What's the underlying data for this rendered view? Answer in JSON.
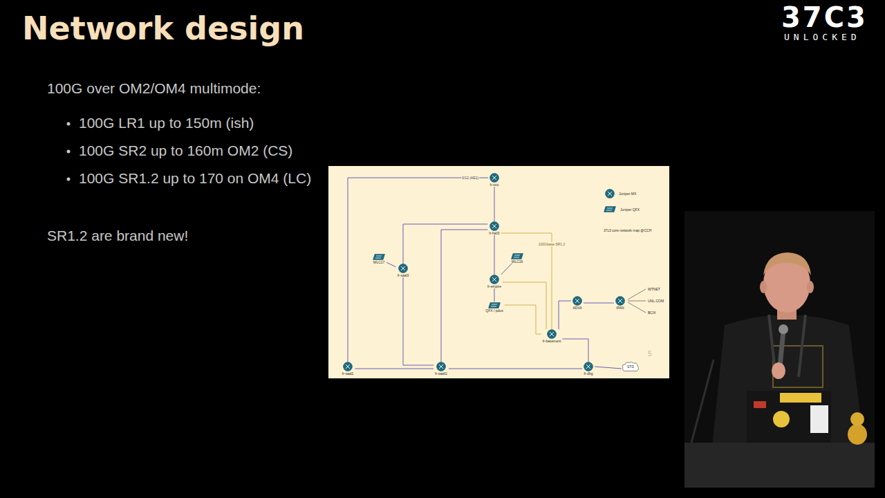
{
  "diagram": {
    "title": "Network design",
    "nodes": [
      {
        "text": [
          "fr-noc"
        ]
      },
      {
        "text": [
          "fr-hall3"
        ]
      },
      {
        "text": [
          "fr-saal3"
        ]
      },
      {
        "text": [
          "fr-empire"
        ]
      },
      {
        "text": [
          "WLC17"
        ]
      },
      {
        "text": [
          "WLC16"
        ]
      },
      {
        "text": [
          "QFX / pdus"
        ]
      },
      {
        "text": [
          "fr-basement"
        ]
      },
      {
        "text": [
          "ADVA"
        ]
      },
      {
        "text": [
          "IPAN"
        ]
      },
      {
        "text": [
          "fr-saal1"
        ]
      },
      {
        "text": [
          "fr-saalG"
        ]
      },
      {
        "text": [
          "fr-dhg"
        ]
      },
      {
        "text": [
          "STD"
        ]
      }
    ],
    "edges": [
      {
        "from": 0,
        "to": 1,
        "arrow": "none"
      },
      {
        "from": 0,
        "to": 10,
        "label": "0/12 (AE1)",
        "arrow": "none"
      },
      {
        "from": 1,
        "to": 2,
        "arrow": "none"
      },
      {
        "from": 1,
        "to": 11,
        "arrow": "none"
      },
      {
        "from": 1,
        "to": 3,
        "arrow": "none"
      },
      {
        "from": 1,
        "to": 7,
        "label": "100Gbase-SR1.2",
        "arrow": "none"
      },
      {
        "from": 2,
        "to": 4,
        "arrow": "none"
      },
      {
        "from": 3,
        "to": 5,
        "arrow": "none"
      },
      {
        "from": 3,
        "to": 6,
        "arrow": "none"
      },
      {
        "from": 3,
        "to": 7,
        "arrow": "none"
      },
      {
        "from": 6,
        "to": 7,
        "arrow": "none"
      },
      {
        "from": 2,
        "to": 11,
        "arrow": "none"
      },
      {
        "from": 10,
        "to": 11,
        "arrow": "none"
      },
      {
        "from": 7,
        "to": 12,
        "arrow": "none"
      },
      {
        "from": 7,
        "to": 8,
        "arrow": "none"
      },
      {
        "from": 8,
        "to": 9,
        "arrow": "none"
      },
      {
        "from": 11,
        "to": 12,
        "arrow": "none"
      },
      {
        "from": 12,
        "to": 13,
        "arrow": "none"
      }
    ],
    "labels": [
      "37C3",
      "UNLOCKED",
      "100G over OM2/OM4 multimode:",
      "100G LR1 up to 150m (ish)",
      "100G SR2 up to 160m OM2 (CS)",
      "100G SR1.2 up to 170 on OM4 (LC)",
      "SR1.2 are brand new!",
      "37c3 core network map @CCH",
      "WTNET",
      "UNL.COM",
      "BCIX",
      "5"
    ],
    "legend": [
      {
        "text": "Juniper MX"
      },
      {
        "text": "Juniper QFX"
      }
    ]
  }
}
